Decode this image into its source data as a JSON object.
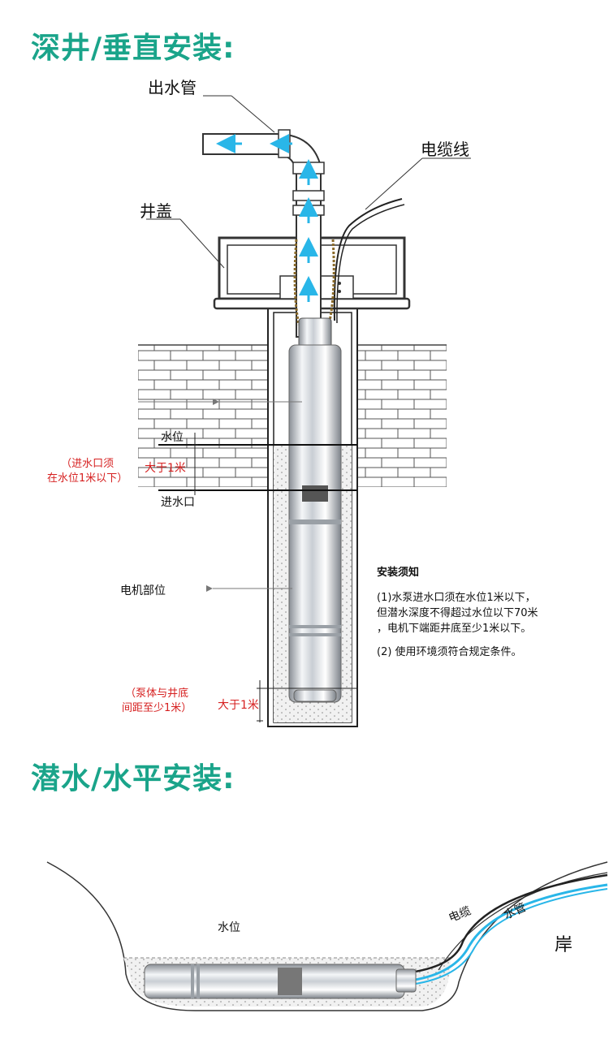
{
  "vertical": {
    "heading": "深井/垂直安装:",
    "labels": {
      "outlet_pipe": "出水管",
      "cable": "电缆线",
      "well_cover": "井盖",
      "water_level": "水位",
      "inlet": "进水口",
      "motor": "电机部位",
      "gt_1m_top": "大于1米",
      "gt_1m_bottom": "大于1米"
    },
    "red_notes": {
      "inlet_note_1": "（进水口须",
      "inlet_note_2": "在水位1米以下）",
      "bottom_note_1": "（泵体与井底",
      "bottom_note_2": "间距至少1米）"
    },
    "install_notes": {
      "title": "安装须知",
      "item1_line1": "(1)水泵进水口须在水位1米以下，",
      "item1_line2": "但潜水深度不得超过水位以下70米",
      "item1_line3": "，电机下端距井底至少1米以下。",
      "item2": "(2) 使用环境须符合规定条件。"
    }
  },
  "horizontal": {
    "heading": "潜水/水平安装:",
    "labels": {
      "water_level": "水位",
      "cable": "电缆",
      "pipe": "水管",
      "shore": "岸"
    }
  },
  "colors": {
    "heading": "#1aa48a",
    "arrow": "#29b6e8",
    "note_red": "#d62020",
    "brick": "#555555"
  }
}
